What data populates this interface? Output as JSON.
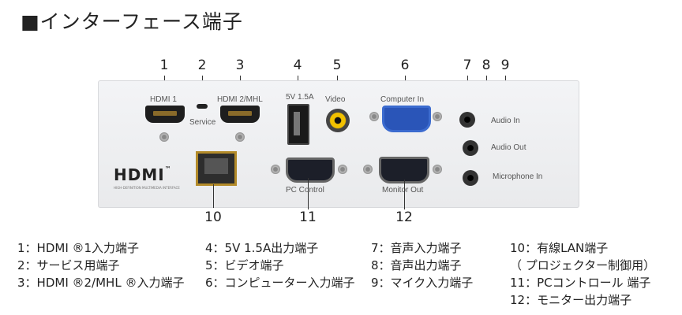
{
  "title": "■インターフェース端子",
  "callouts": [
    "1",
    "2",
    "3",
    "4",
    "5",
    "6",
    "7",
    "8",
    "9",
    "10",
    "11",
    "12"
  ],
  "panel": {
    "labels": {
      "hdmi1": "HDMI 1",
      "service": "Service",
      "hdmi2": "HDMI 2/MHL",
      "usb": "5V 1.5A",
      "video": "Video",
      "computer_in": "Computer In",
      "audio_in": "Audio In",
      "audio_out": "Audio Out",
      "mic_in": "Microphone In",
      "pc_control": "PC Control",
      "monitor_out": "Monitor Out",
      "hdmi_logo": "HDMI",
      "hdmi_logo_tm": "™",
      "hdmi_logo_sub": "HIGH-DEFINITION MULTIMEDIA INTERFACE"
    }
  },
  "legend": {
    "col1": [
      "1：HDMI ®1入力端子",
      "2：サービス用端子",
      "3：HDMI ®2/MHL ®入力端子"
    ],
    "col2": [
      "4：5V 1.5A出力端子",
      "5：ビデオ端子",
      "6：コンピューター入力端子"
    ],
    "col3": [
      "7：音声入力端子",
      "8：音声出力端子",
      "9：マイク入力端子"
    ],
    "col4": [
      "10：有線LAN端子",
      "（ プロジェクター制御用）",
      "11：PCコントロール 端子",
      "12：モニター出力端子"
    ]
  }
}
